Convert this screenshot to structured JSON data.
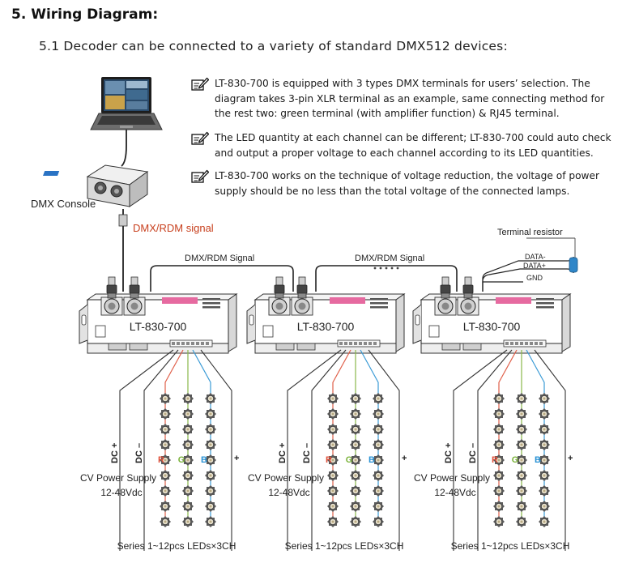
{
  "heading": "5.  Wiring Diagram:",
  "subheading": "5.1 Decoder can be connected to a variety of standard DMX512 devices:",
  "notes": [
    "LT-830-700 is equipped with 3 types DMX terminals for users’ selection. The diagram takes 3-pin XLR terminal as an example, same connecting method for the rest two: green terminal (with amplifier function) & RJ45 terminal.",
    "The LED quantity at each channel can be different; LT-830-700 could auto check and output a proper voltage to each channel according to its LED quantities.",
    "LT-830-700 works on the technique of voltage reduction, the voltage of power supply should be no less than the total voltage of the connected lamps."
  ],
  "labels": {
    "dmx_console": "DMX Console",
    "dmx_rdm_signal_main": "DMX/RDM signal",
    "dmx_rdm_signal_link1": "DMX/RDM Signal",
    "dmx_rdm_signal_link2": "DMX/RDM Signal",
    "terminal_resistor": "Terminal resistor",
    "data_minus": "DATA-",
    "data_plus": "DATA+",
    "gnd": "GND"
  },
  "decoders": [
    {
      "model": "LT-830-700",
      "dc_plus": "DC +",
      "dc_minus": "DC –",
      "ch_r": "R",
      "ch_g": "G",
      "ch_b": "B",
      "plus": "+",
      "power_supply": "CV Power Supply",
      "voltage": "12-48Vdc",
      "series": "Series 1~12pcs LEDs×3CH"
    },
    {
      "model": "LT-830-700",
      "dc_plus": "DC +",
      "dc_minus": "DC –",
      "ch_r": "R",
      "ch_g": "G",
      "ch_b": "B",
      "plus": "+",
      "power_supply": "CV Power Supply",
      "voltage": "12-48Vdc",
      "series": "Series 1~12pcs LEDs×3CH"
    },
    {
      "model": "LT-830-700",
      "dc_plus": "DC +",
      "dc_minus": "DC –",
      "ch_r": "R",
      "ch_g": "G",
      "ch_b": "B",
      "plus": "+",
      "power_supply": "CV Power Supply",
      "voltage": "12-48Vdc",
      "series": "Series 1~12pcs LEDs×3CH"
    }
  ],
  "colors": {
    "signal_red": "#c8401e",
    "wire_red": "#e0604a",
    "wire_green": "#8ab84a",
    "wire_blue": "#3b9bd6",
    "label_r": "#e0503a",
    "label_g": "#7bb33a",
    "label_b": "#2a93d5",
    "resistor_blue": "#2f86c8"
  },
  "icons": [
    "pen-note-icon",
    "laptop-icon",
    "dmx-console-device",
    "xlr-connector",
    "led-chip",
    "terminal-resistor"
  ]
}
